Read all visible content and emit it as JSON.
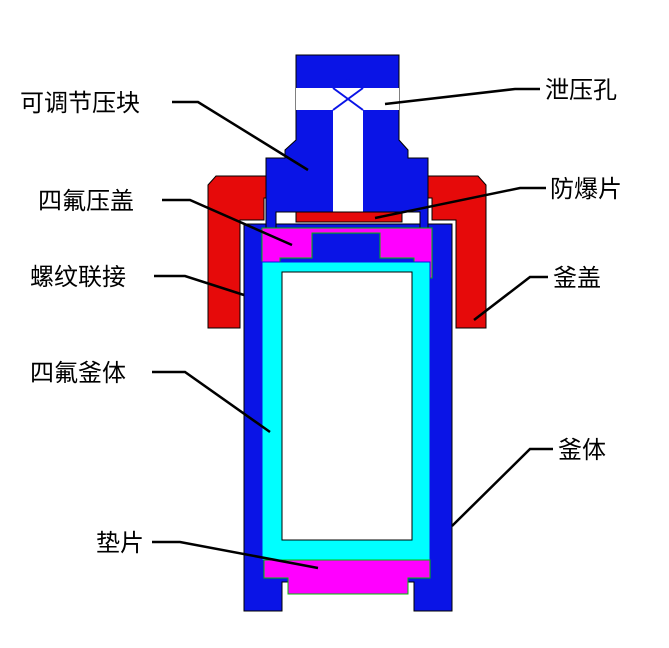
{
  "labels": {
    "adjustable_press_block": "可调节压块",
    "ptfe_gland": "四氟压盖",
    "threaded_connection": "螺纹联接",
    "ptfe_liner": "四氟釜体",
    "gasket": "垫片",
    "pressure_relief_hole": "泄压孔",
    "rupture_disc": "防爆片",
    "kettle_lid": "釜盖",
    "kettle_body": "釜体"
  },
  "colors": {
    "kettle_body": "#0a14e6",
    "kettle_lid": "#e60a0a",
    "ptfe_gland": "#ff00ff",
    "ptfe_liner": "#00ffff",
    "gasket": "#ff00ff",
    "rupture_disc": "#e60a0a",
    "leader_line": "#000000",
    "background": "#ffffff"
  }
}
